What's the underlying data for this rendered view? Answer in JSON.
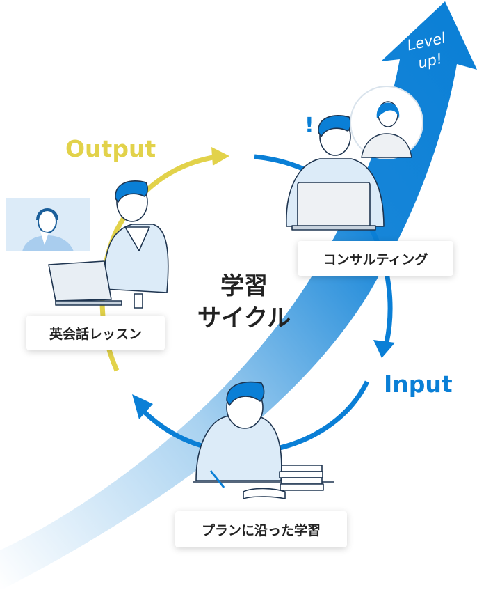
{
  "center": {
    "line1": "学習",
    "line2": "サイクル"
  },
  "arrows": {
    "output_label": "Output",
    "input_label": "Input",
    "levelup_line1": "Level",
    "levelup_line2": "up!"
  },
  "steps": {
    "lesson": "英会話レッスン",
    "consulting": "コンサルティング",
    "self_study": "プランに沿った学習"
  },
  "colors": {
    "blue": "#0a7fd6",
    "yellow": "#e2d24a",
    "light_blue": "#dcebf8",
    "dark": "#222222"
  }
}
